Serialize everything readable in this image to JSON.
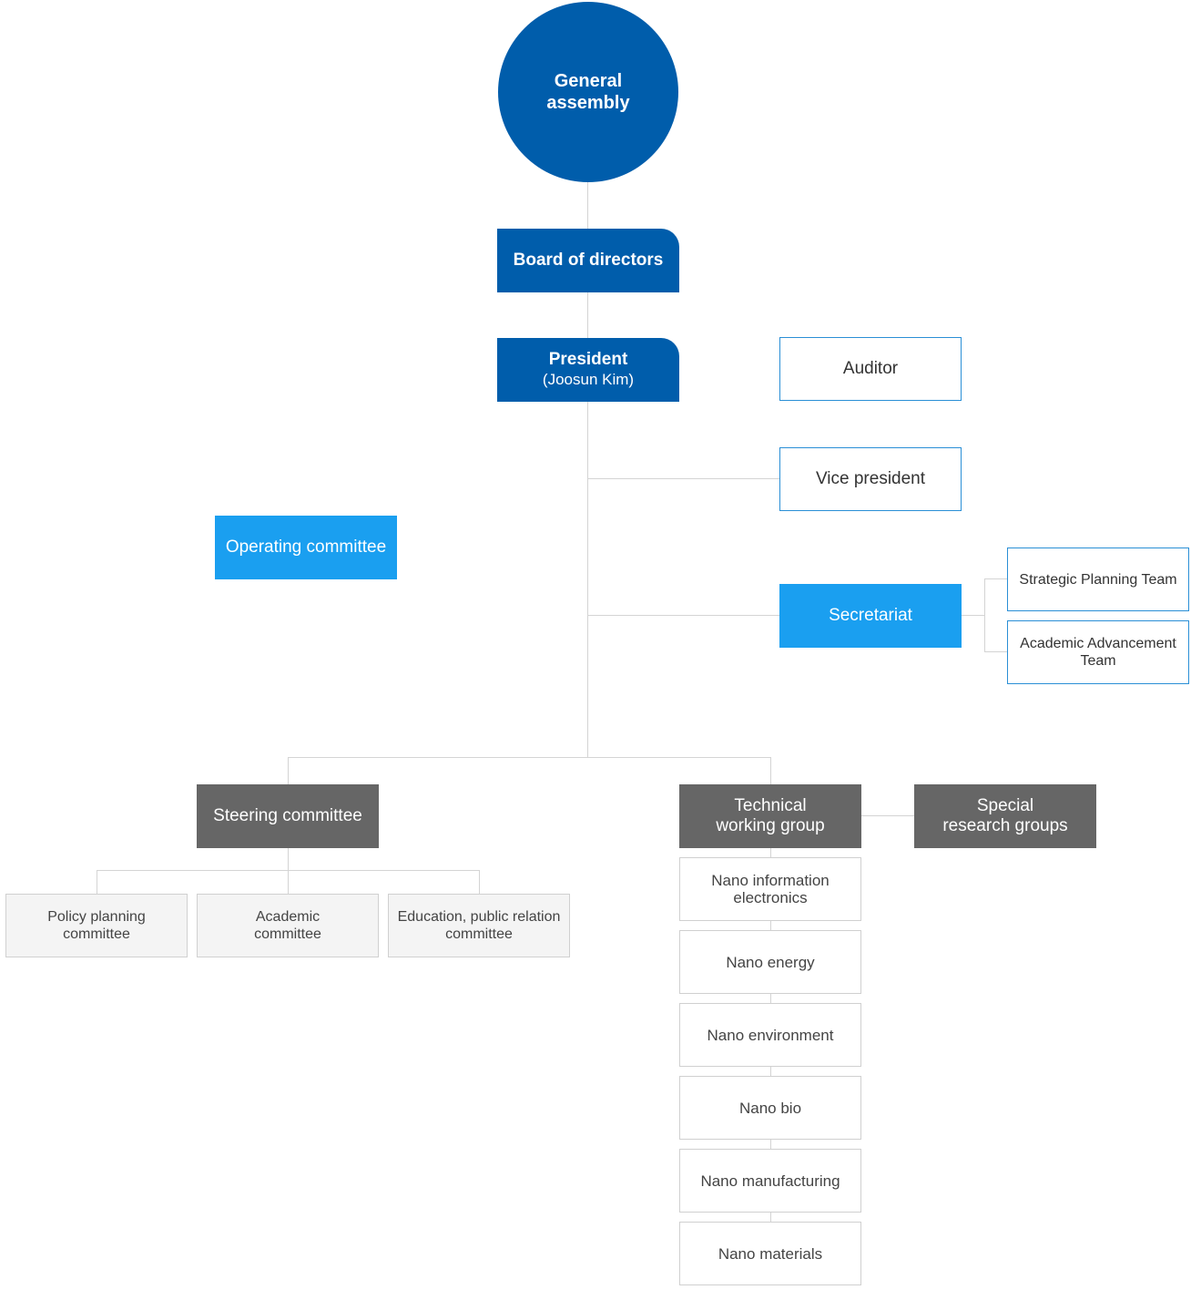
{
  "general_assembly": {
    "line1": "General",
    "line2": "assembly"
  },
  "board": {
    "label": "Board of directors"
  },
  "president": {
    "title": "President",
    "name": "(Joosun Kim)"
  },
  "auditor": {
    "label": "Auditor"
  },
  "vice_president": {
    "label": "Vice president"
  },
  "operating_committee": {
    "label": "Operating committee"
  },
  "secretariat": {
    "label": "Secretariat",
    "teams": [
      {
        "line1": "Strategic Planning Team",
        "line2": ""
      },
      {
        "line1": "Academic Advancement",
        "line2": "Team"
      }
    ]
  },
  "steering_committee": {
    "label": "Steering committee",
    "children": [
      {
        "line1": "Policy planning",
        "line2": "committee"
      },
      {
        "line1": "Academic",
        "line2": "committee"
      },
      {
        "line1": "Education, public relation",
        "line2": "committee"
      }
    ]
  },
  "technical_working_group": {
    "line1": "Technical",
    "line2": "working group",
    "children": [
      {
        "line1": "Nano information",
        "line2": "electronics"
      },
      {
        "line1": "Nano energy",
        "line2": ""
      },
      {
        "line1": "Nano environment",
        "line2": ""
      },
      {
        "line1": "Nano bio",
        "line2": ""
      },
      {
        "line1": "Nano manufacturing",
        "line2": ""
      },
      {
        "line1": "Nano materials",
        "line2": ""
      }
    ]
  },
  "special_research_groups": {
    "line1": "Special",
    "line2": "research groups"
  }
}
